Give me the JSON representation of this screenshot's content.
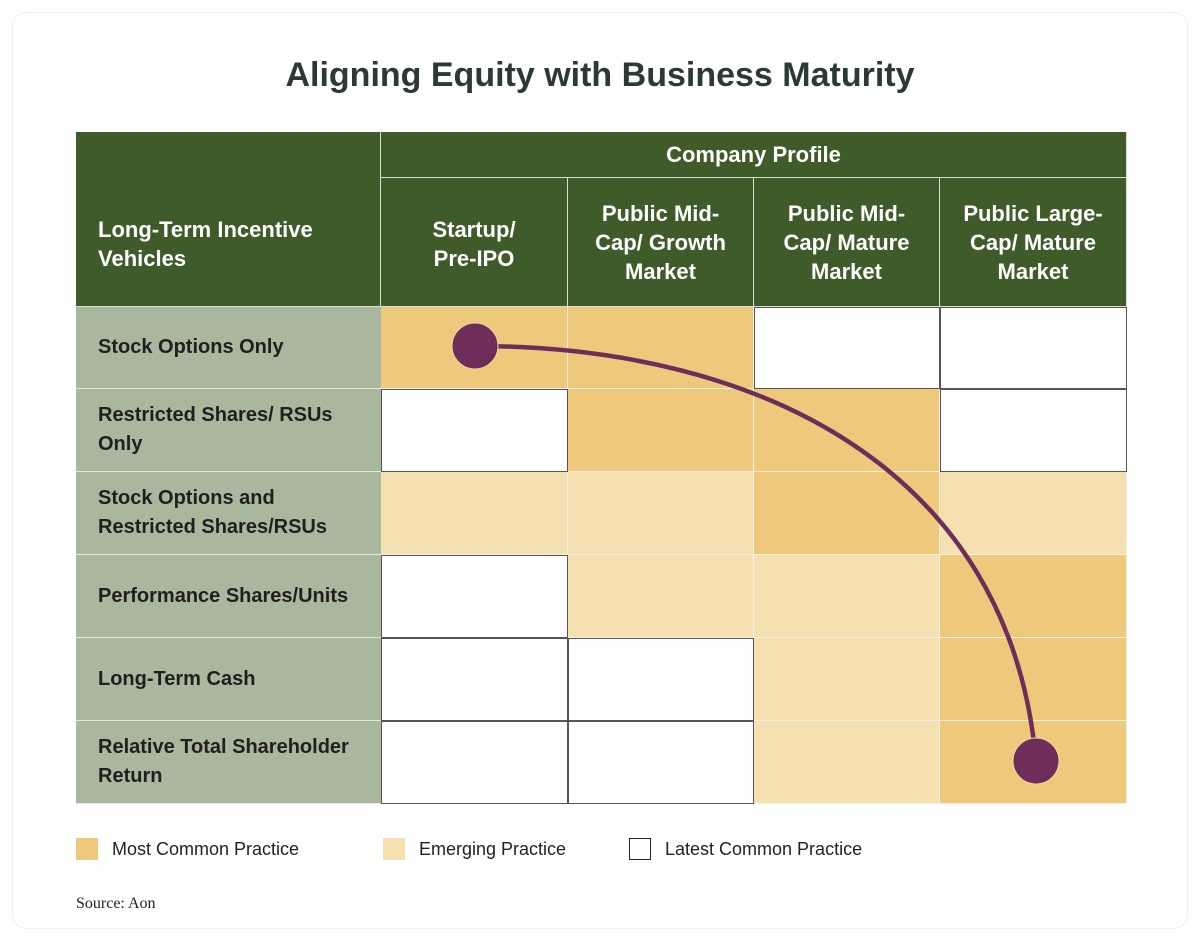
{
  "title": "Aligning Equity with Business Maturity",
  "header": {
    "row_header": "Long-Term Incentive Vehicles",
    "group_header": "Company Profile",
    "columns": [
      "Startup/ Pre-IPO",
      "Public Mid-Cap/ Growth Market",
      "Public Mid-Cap/ Mature Market",
      "Public Large-Cap/ Mature Market"
    ]
  },
  "rows": [
    {
      "label": "Stock Options Only",
      "cells": [
        "most",
        "most",
        "latest",
        "latest"
      ]
    },
    {
      "label": "Restricted Shares/ RSUs Only",
      "cells": [
        "latest",
        "most",
        "most",
        "latest"
      ]
    },
    {
      "label": "Stock Options and Restricted Shares/RSUs",
      "cells": [
        "emerging",
        "emerging",
        "most",
        "emerging"
      ]
    },
    {
      "label": "Performance Shares/Units",
      "cells": [
        "latest",
        "emerging",
        "emerging",
        "most"
      ]
    },
    {
      "label": "Long-Term Cash",
      "cells": [
        "latest",
        "latest",
        "emerging",
        "most"
      ]
    },
    {
      "label": "Relative Total Shareholder Return",
      "cells": [
        "latest",
        "latest",
        "emerging",
        "most"
      ]
    }
  ],
  "legend": [
    {
      "key": "most",
      "label": "Most Common Practice",
      "color": "#eec97b"
    },
    {
      "key": "emerging",
      "label": "Emerging Practice",
      "color": "#f5e0b1"
    },
    {
      "key": "latest",
      "label": "Latest Common Practice",
      "color": "#ffffff"
    }
  ],
  "arrow_color": "#6e2e59",
  "source": "Source: Aon"
}
